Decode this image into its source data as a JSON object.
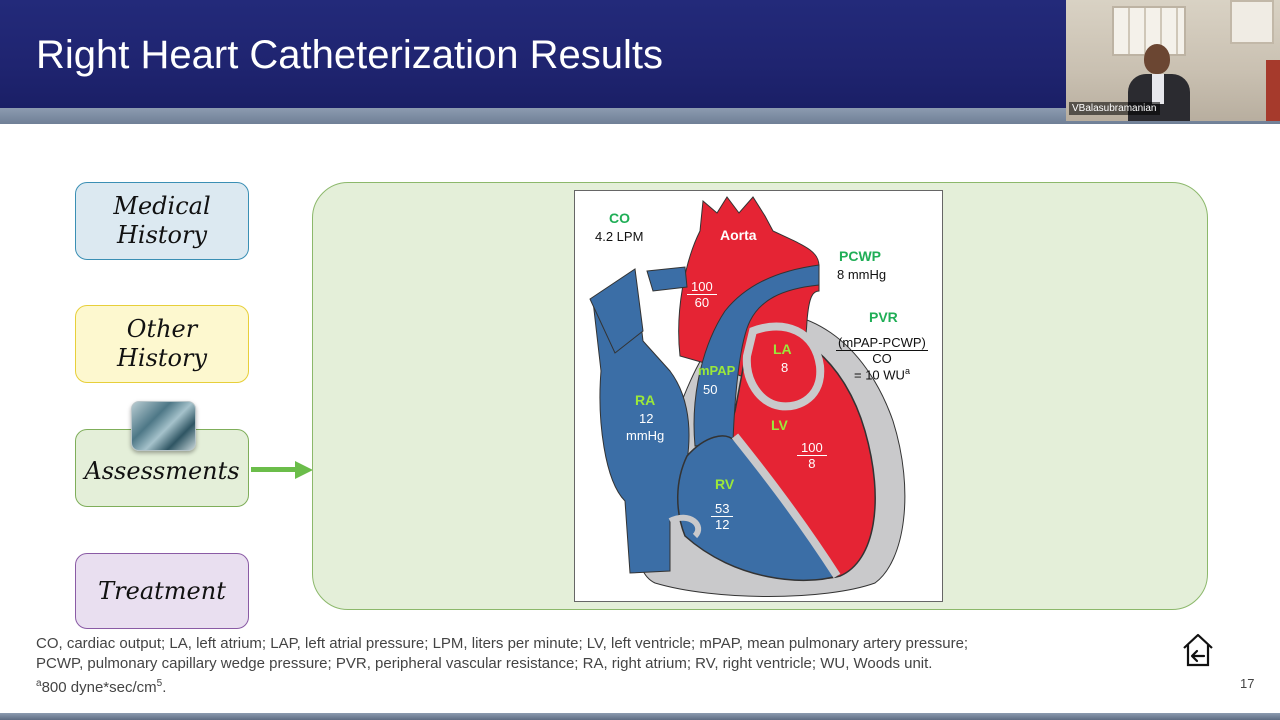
{
  "slide": {
    "title": "Right Heart Catheterization Results",
    "page_number": "17"
  },
  "video": {
    "participant_name": "VBalasubramanian"
  },
  "nav": {
    "medical_history": "Medical History",
    "other_history": "Other History",
    "assessments": "Assessments",
    "treatment": "Treatment"
  },
  "diagram": {
    "co_label": "CO",
    "co_value": "4.2 LPM",
    "aorta_label": "Aorta",
    "aorta_top": "100",
    "aorta_bottom": "60",
    "pcwp_label": "PCWP",
    "pcwp_value": "8 mmHg",
    "pvr_label": "PVR",
    "pvr_numerator": "(mPAP-PCWP)",
    "pvr_denominator": "CO",
    "pvr_result": "= 10 WU",
    "pvr_result_sup": "a",
    "la_label": "LA",
    "la_value": "8",
    "mpap_label": "mPAP",
    "mpap_value": "50",
    "ra_label": "RA",
    "ra_value": "12",
    "ra_unit": "mmHg",
    "lv_label": "LV",
    "lv_top": "100",
    "lv_bottom": "8",
    "rv_label": "RV",
    "rv_top": "53",
    "rv_bottom": "12"
  },
  "footnote": {
    "line1": "CO, cardiac output; LA, left atrium; LAP, left atrial pressure; LPM, liters per minute; LV, left ventricle; mPAP, mean pulmonary artery pressure;",
    "line2": "PCWP, pulmonary capillary wedge pressure; PVR, peripheral vascular resistance; RA, right atrium; RV, right ventricle; WU, Woods unit.",
    "line3_sup": "a",
    "line3_text": "800 dyne*sec/cm",
    "line3_exp": "5",
    "line3_end": "."
  },
  "colors": {
    "header_blue": "#1f2470",
    "oxygenated_red": "#e52434",
    "deoxygenated_blue": "#3b6ea6",
    "tissue_gray": "#c9c9cb",
    "label_green": "#1fae56"
  },
  "icons": {
    "home": "home-return-icon",
    "arrow": "right-arrow-icon"
  }
}
